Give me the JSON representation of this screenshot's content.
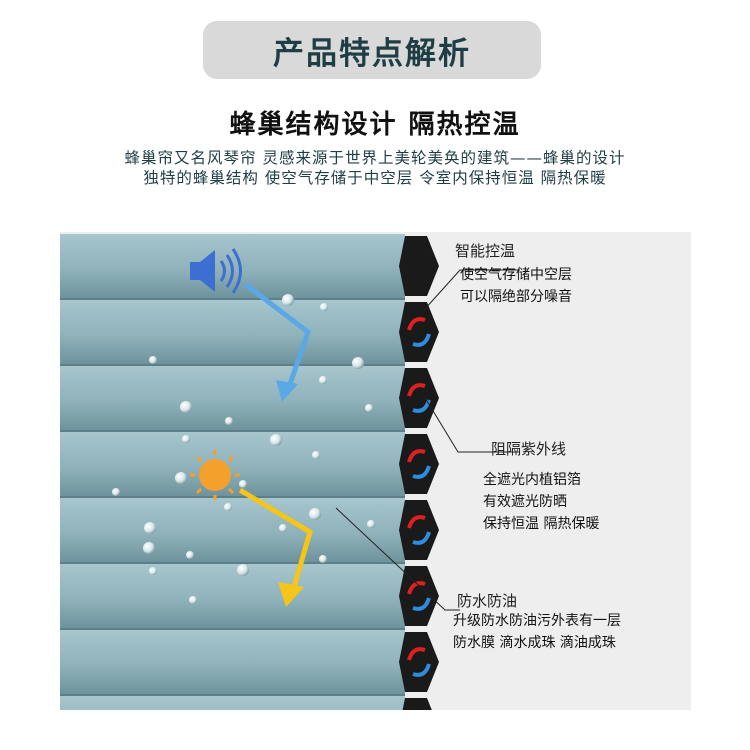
{
  "header": {
    "title": "产品特点解析"
  },
  "section": {
    "subtitle": "蜂巢结构设计  隔热控温",
    "description_line1": "蜂巢帘又名风琴帘 灵感来源于世界上美轮美奂的建筑——蜂巢的设计",
    "description_line2": "独特的蜂巢结构 使空气存储于中空层  令室内保持恒温  隔热保暖"
  },
  "features": [
    {
      "title": "智能控温",
      "lines": [
        "使空气存储中空层",
        "可以隔绝部分噪音"
      ]
    },
    {
      "title": "阻隔紫外线",
      "lines": [
        "全遮光内植铝箔",
        "有效遮光防晒",
        "保持恒温 隔热保暖"
      ]
    },
    {
      "title": "防水防油",
      "lines": [
        "升级防水防油污外表有一层",
        "防水膜 滴水成珠 滴油成珠"
      ]
    }
  ],
  "colors": {
    "pleat": "#8fb2bb",
    "pleat_dark": "#6f939c",
    "cell": "#1a1a1a",
    "arrow_blue": "#5aa9e6",
    "arrow_yellow": "#f5c518",
    "sun": "#f4a12c",
    "speaker": "#3d6fd1",
    "hot_arrow": "#e02020",
    "cold_arrow": "#2e8de0"
  },
  "icons": [
    "speaker-icon",
    "sun-icon",
    "water-drop-icon",
    "air-flow-icon"
  ]
}
